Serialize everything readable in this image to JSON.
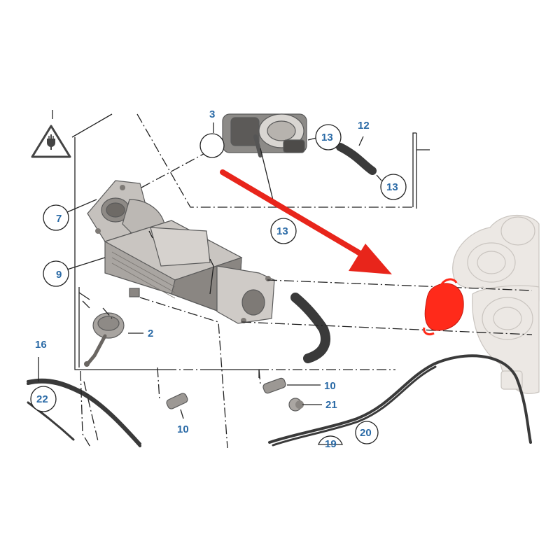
{
  "callouts": {
    "c3": "3",
    "c7": "7",
    "c9": "9",
    "c12": "12",
    "c13a": "13",
    "c13b": "13",
    "c13c": "13",
    "c2": "2",
    "c16": "16",
    "c22": "22",
    "c10a": "10",
    "c10b": "10",
    "c21": "21",
    "c20": "20",
    "c19": "19"
  },
  "colors": {
    "callout_text": "#2a6aa6",
    "arrow": "#e8251b",
    "highlight_gasket": "#ff2a1a",
    "part_grey": "#b9b5b0"
  },
  "icons": {
    "warning": "electrical-warning-triangle-icon"
  }
}
